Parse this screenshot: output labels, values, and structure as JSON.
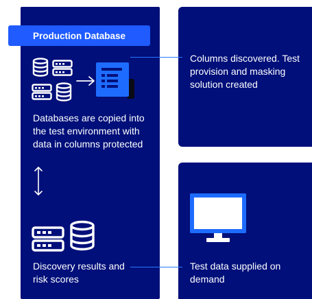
{
  "left_panel": {
    "badge_label": "Production Database",
    "copy_text": "Databases are copied into the test environment with data in columns protected",
    "discovery_text": "Discovery results and risk scores"
  },
  "right_top": {
    "text": "Columns discovered. Test provision and masking solution created"
  },
  "right_bottom": {
    "text": "Test data supplied on demand"
  },
  "colors": {
    "panel": "#000f7a",
    "accent": "#1f5bff",
    "icon_blue": "#1e6cff",
    "connector": "#2b78ff"
  }
}
